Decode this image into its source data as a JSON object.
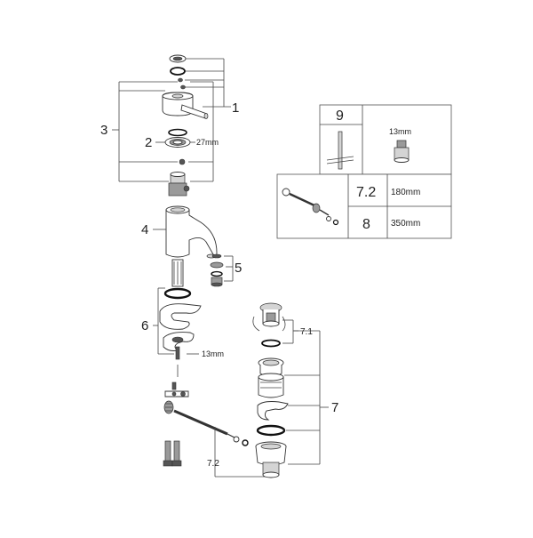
{
  "callouts": {
    "c1": "1",
    "c2": "2",
    "c3": "3",
    "c4": "4",
    "c5": "5",
    "c6": "6",
    "c7": "7",
    "c71": "7.1",
    "c72": "7.2"
  },
  "dims": {
    "d27": "27mm",
    "d13_lower": "13mm",
    "d13_tool": "13mm"
  },
  "inset_tools": {
    "label": "9"
  },
  "inset_rods": {
    "rows": [
      {
        "part": "7.2",
        "length": "180mm"
      },
      {
        "part": "8",
        "length": "350mm"
      }
    ]
  }
}
